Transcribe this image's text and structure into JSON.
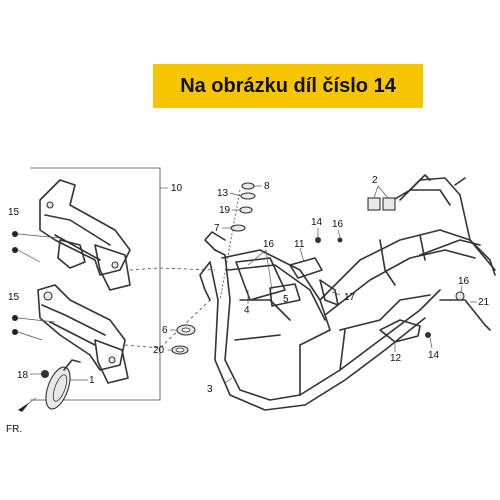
{
  "banner": {
    "text": "Na obrázku díl číslo 14",
    "color": "#f6c400"
  },
  "direction_label": "FR.",
  "callouts": {
    "c1": "1",
    "c2": "2",
    "c3": "3",
    "c4": "4",
    "c5": "5",
    "c6": "6",
    "c7": "7",
    "c8": "8",
    "c10": "10",
    "c11": "11",
    "c12": "12",
    "c13": "13",
    "c14a": "14",
    "c14b": "14",
    "c15a": "15",
    "c15b": "15",
    "c16a": "16",
    "c16b": "16",
    "c16c": "16",
    "c17": "17",
    "c18": "18",
    "c19": "19",
    "c20": "20",
    "c21": "21"
  }
}
